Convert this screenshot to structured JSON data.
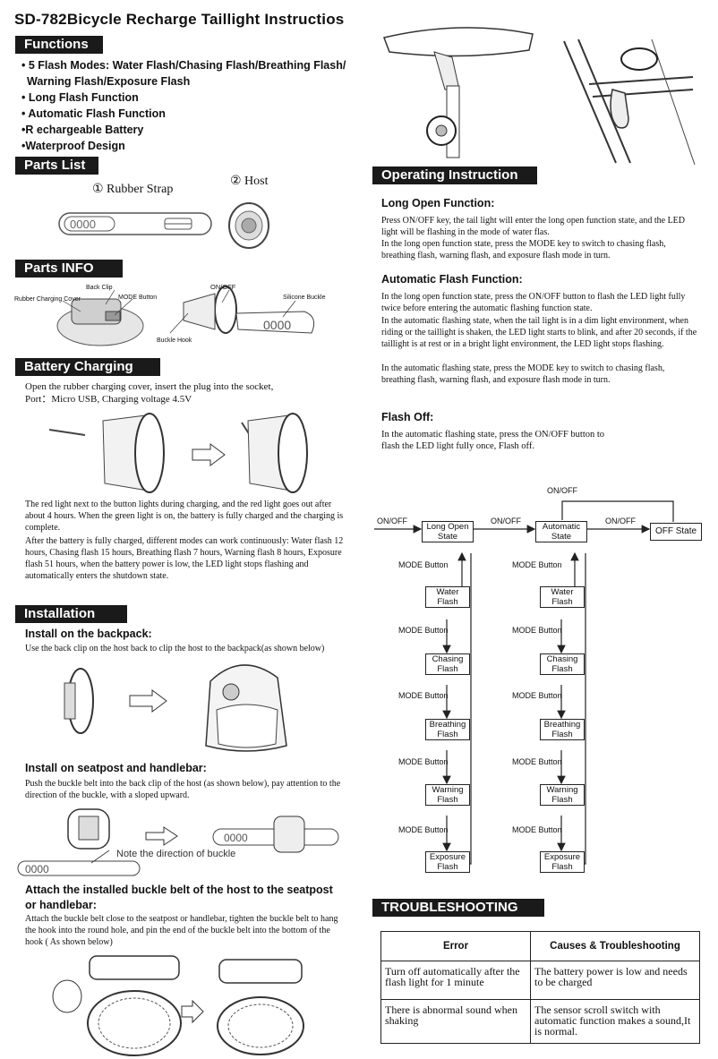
{
  "title": "SD-782Bicycle Recharge Taillight Instructios",
  "sections": {
    "functions": "Functions",
    "parts_list": "Parts List",
    "parts_info": "Parts INFO",
    "battery": "Battery Charging",
    "installation": "Installation",
    "operating": "Operating Instruction",
    "troubleshooting": "TROUBLESHOOTING"
  },
  "features": [
    "• 5 Flash Modes: Water Flash/Chasing Flash/Breathing Flash/",
    "Warning Flash/Exposure Flash",
    "• Long Flash Function",
    "• Automatic Flash Function",
    "•R echargeable Battery",
    "•Waterproof Design"
  ],
  "parts": {
    "strap": "① Rubber Strap",
    "host": "② Host"
  },
  "parts_info": {
    "back_clip": "Back Clip",
    "onoff": "ON/OFF",
    "charging_cover": "Rubber Charging Cover",
    "mode_button": "MODE Button",
    "silicone_buckle": "Silicone Buckle",
    "buckle_hook": "Buckle Hook"
  },
  "battery": {
    "p1": "Open the rubber charging cover, insert the plug into the socket,",
    "p2": "Port：Micro  USB, Charging voltage 4.5V",
    "p3": "The red light next to the button lights during charging, and the red light goes out after about 4 hours. When the green light is on, the battery is fully charged and the charging is complete.",
    "p4": "After the battery is fully charged, different modes can work continuously: Water flash 12 hours, Chasing flash 15 hours, Breathing flash 7 hours, Warning flash 8 hours, Exposure  flash 51 hours, when the battery power is low, the LED light stops flashing and automatically enters the shutdown state."
  },
  "install": {
    "h1": "Install on the backpack:",
    "p1": "Use the back clip on the host back to clip the host to the backpack(as shown below)",
    "h2": "Install on seatpost  and handlebar:",
    "p2": "Push the buckle belt into the back clip of the host (as shown below), pay attention to the direction of the buckle, with a sloped upward.",
    "note": "Note the direction of buckle",
    "h3": "Attach the installed buckle belt of the host to the seatpost or handlebar:",
    "p3": "Attach the buckle belt close to the seatpost or handlebar, tighten the buckle belt to hang the hook into the round hole, and pin the end of the buckle belt into the bottom of the hook ( As shown below)"
  },
  "operating": {
    "h1": "Long Open Function:",
    "p1": "Press ON/OFF key, the tail light will enter the long open function state, and the LED light will be flashing in the mode of water flas.",
    "p2": "In the long open function state, press the MODE key to switch to chasing flash, breathing flash, warning flash, and exposure flash mode in turn.",
    "h2": "Automatic Flash Function:",
    "p3": "In the long open function state, press the ON/OFF button to flash the LED light fully twice before entering the automatic flashing function state.",
    "p4": "In the automatic flashing state, when the tail light is in a dim light environment, when riding or the taillight is shaken, the LED light starts to blink, and after 20 seconds, if the taillight is at rest or in a bright light environment, the LED light stops flashing.",
    "p5": "In the automatic flashing state, press the MODE key to switch to chasing flash, breathing flash, warning flash, and exposure flash mode in turn.",
    "h3": "Flash Off:",
    "p6": "In the automatic flashing state, press the ON/OFF button to flash the LED light fully once, Flash off."
  },
  "flow": {
    "onoff": "ON/OFF",
    "long_open": [
      "Long  Open",
      "State"
    ],
    "automatic": [
      "Automatic",
      "State"
    ],
    "off_state": "OFF State",
    "mode_button": "MODE Button",
    "modes": [
      [
        "Water",
        "Flash"
      ],
      [
        "Chasing",
        "Flash"
      ],
      [
        "Breathing",
        "Flash"
      ],
      [
        "Warning",
        "Flash"
      ],
      [
        "Exposure",
        "Flash"
      ]
    ]
  },
  "troubleshooting": {
    "headers": [
      "Error",
      "Causes & Troubleshooting"
    ],
    "rows": [
      [
        "Turn off automatically after the flash light for 1 minute",
        "The battery power is low and needs to be charged"
      ],
      [
        "There is abnormal sound when shaking",
        "The sensor scroll switch with automatic function makes a sound,It is normal."
      ]
    ]
  }
}
